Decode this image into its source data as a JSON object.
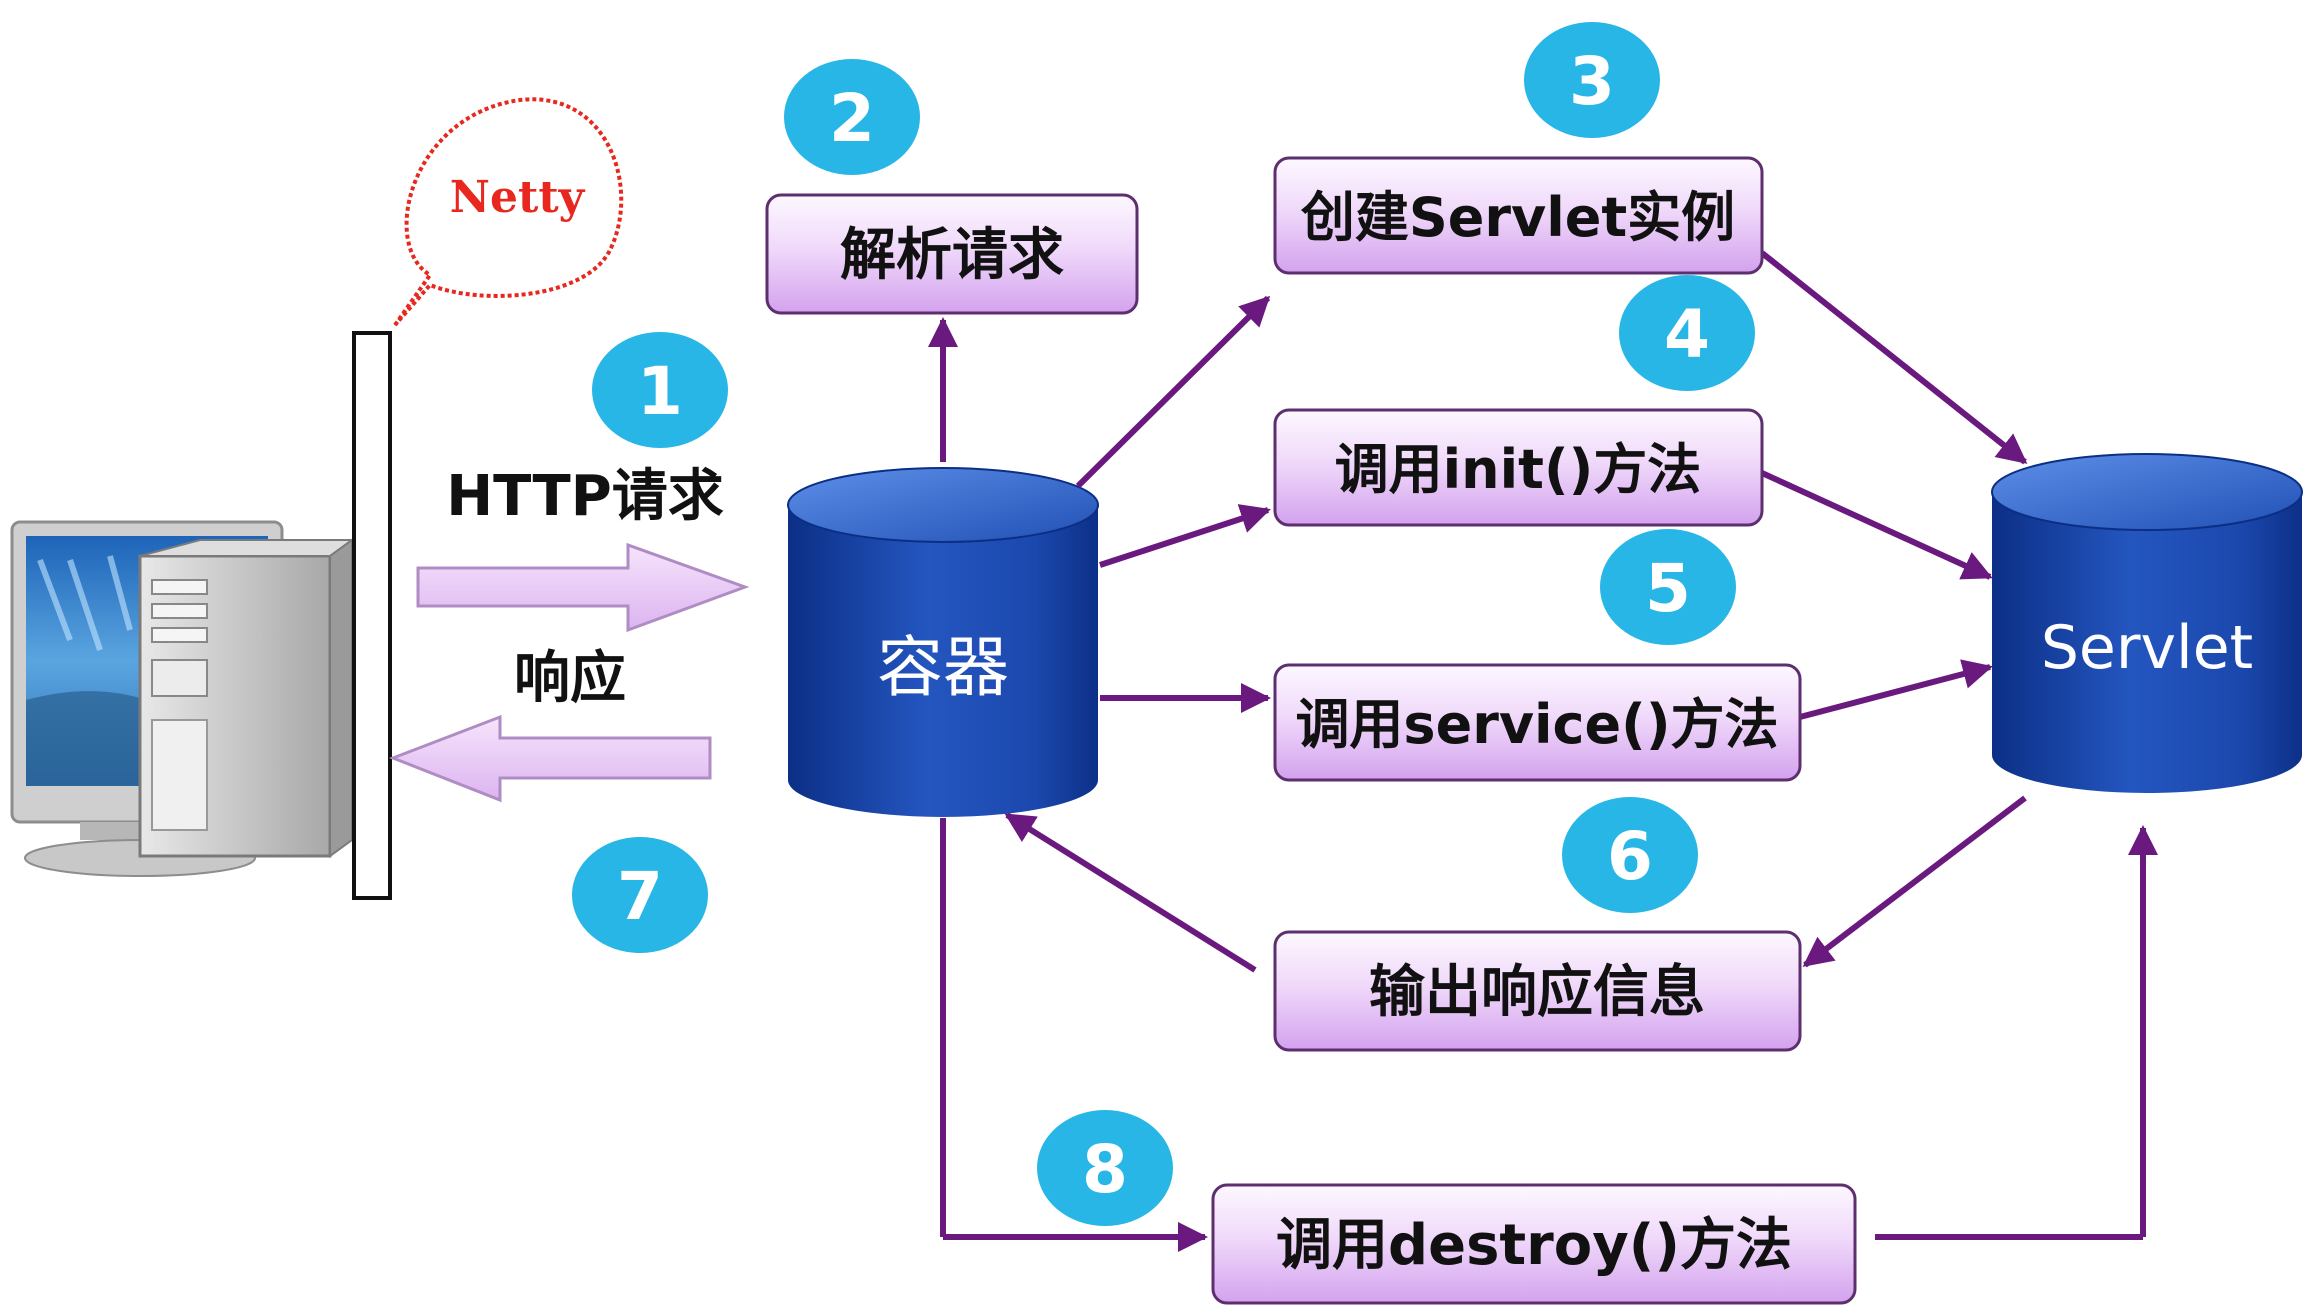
{
  "netty": {
    "label": "Netty"
  },
  "http_request": {
    "label": "HTTP请求"
  },
  "response": {
    "label": "响应"
  },
  "container": {
    "label": "容器"
  },
  "servlet": {
    "label": "Servlet"
  },
  "steps": {
    "parse": "解析请求",
    "create": "创建Servlet实例",
    "init": "调用init()方法",
    "service": "调用service()方法",
    "output": "输出响应信息",
    "destroy": "调用destroy()方法"
  },
  "badges": [
    "1",
    "2",
    "3",
    "4",
    "5",
    "6",
    "7",
    "8"
  ],
  "colors": {
    "arrow": "#6a1a7e",
    "box_fill_top": "#faf2fd",
    "box_fill_bottom": "#d9aaf0",
    "box_border": "#5e2f6e",
    "badge": "#27b6e6",
    "cylinder_dark": "#0f3a9a",
    "cylinder_light": "#3b6fd6",
    "netty_red": "#e8271e",
    "transfer_arrow": "#e6c2f4"
  }
}
